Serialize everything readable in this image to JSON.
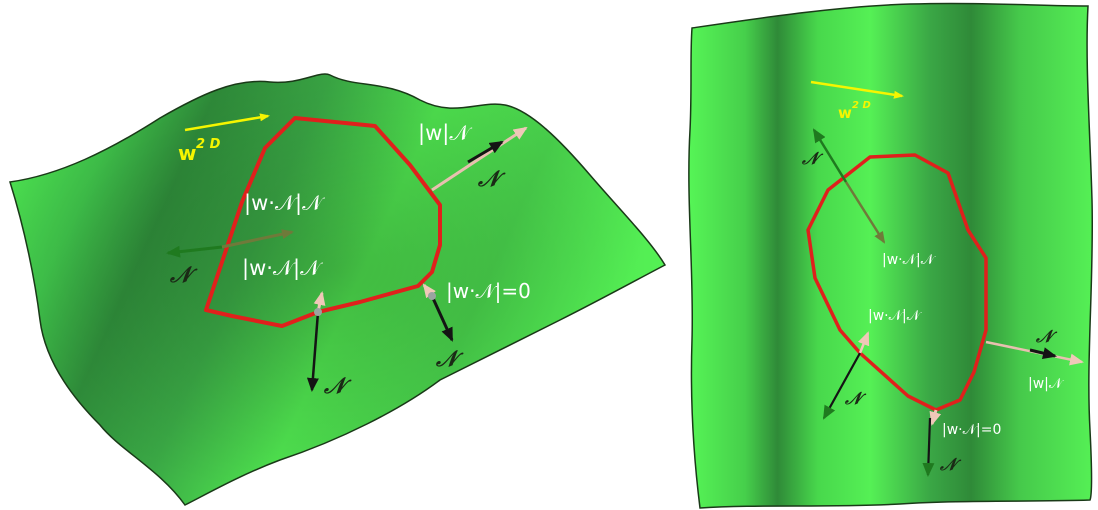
{
  "left_panel": {
    "labels": {
      "w2d": "w",
      "w2d_sup": "2 D",
      "flux_outer": "|w|𝒩",
      "flux_outer_normal": "𝒩",
      "flux_inner_1": "|w·𝒩|𝒩",
      "flux_inner_2": "|w·𝒩|𝒩",
      "normal_left": "𝒩",
      "normal_bottom": "𝒩",
      "normal_right": "𝒩",
      "zero_flux": "|w·𝒩|=0"
    }
  },
  "right_panel": {
    "labels": {
      "w2d": "w",
      "w2d_sup": "2 D",
      "normal_top": "𝒩",
      "flux_inner_1": "|w·𝒩|𝒩",
      "flux_inner_2": "|w·𝒩|𝒩",
      "normal_right": "𝒩",
      "flux_outer": "|w|𝒩",
      "normal_lower_left": "𝒩",
      "zero_flux": "|w·𝒩|=0",
      "normal_bottom": "𝒩"
    }
  },
  "colors": {
    "surface": "#4ee84e",
    "surface_shadow": "#2f8a38",
    "boundary_curve": "#e0201c",
    "w_arrow": "#f5f500",
    "normal_arrow_dark": "#141414",
    "normal_arrow_green": "#1f7a1f",
    "flux_arrow": "#e8c0b0"
  }
}
